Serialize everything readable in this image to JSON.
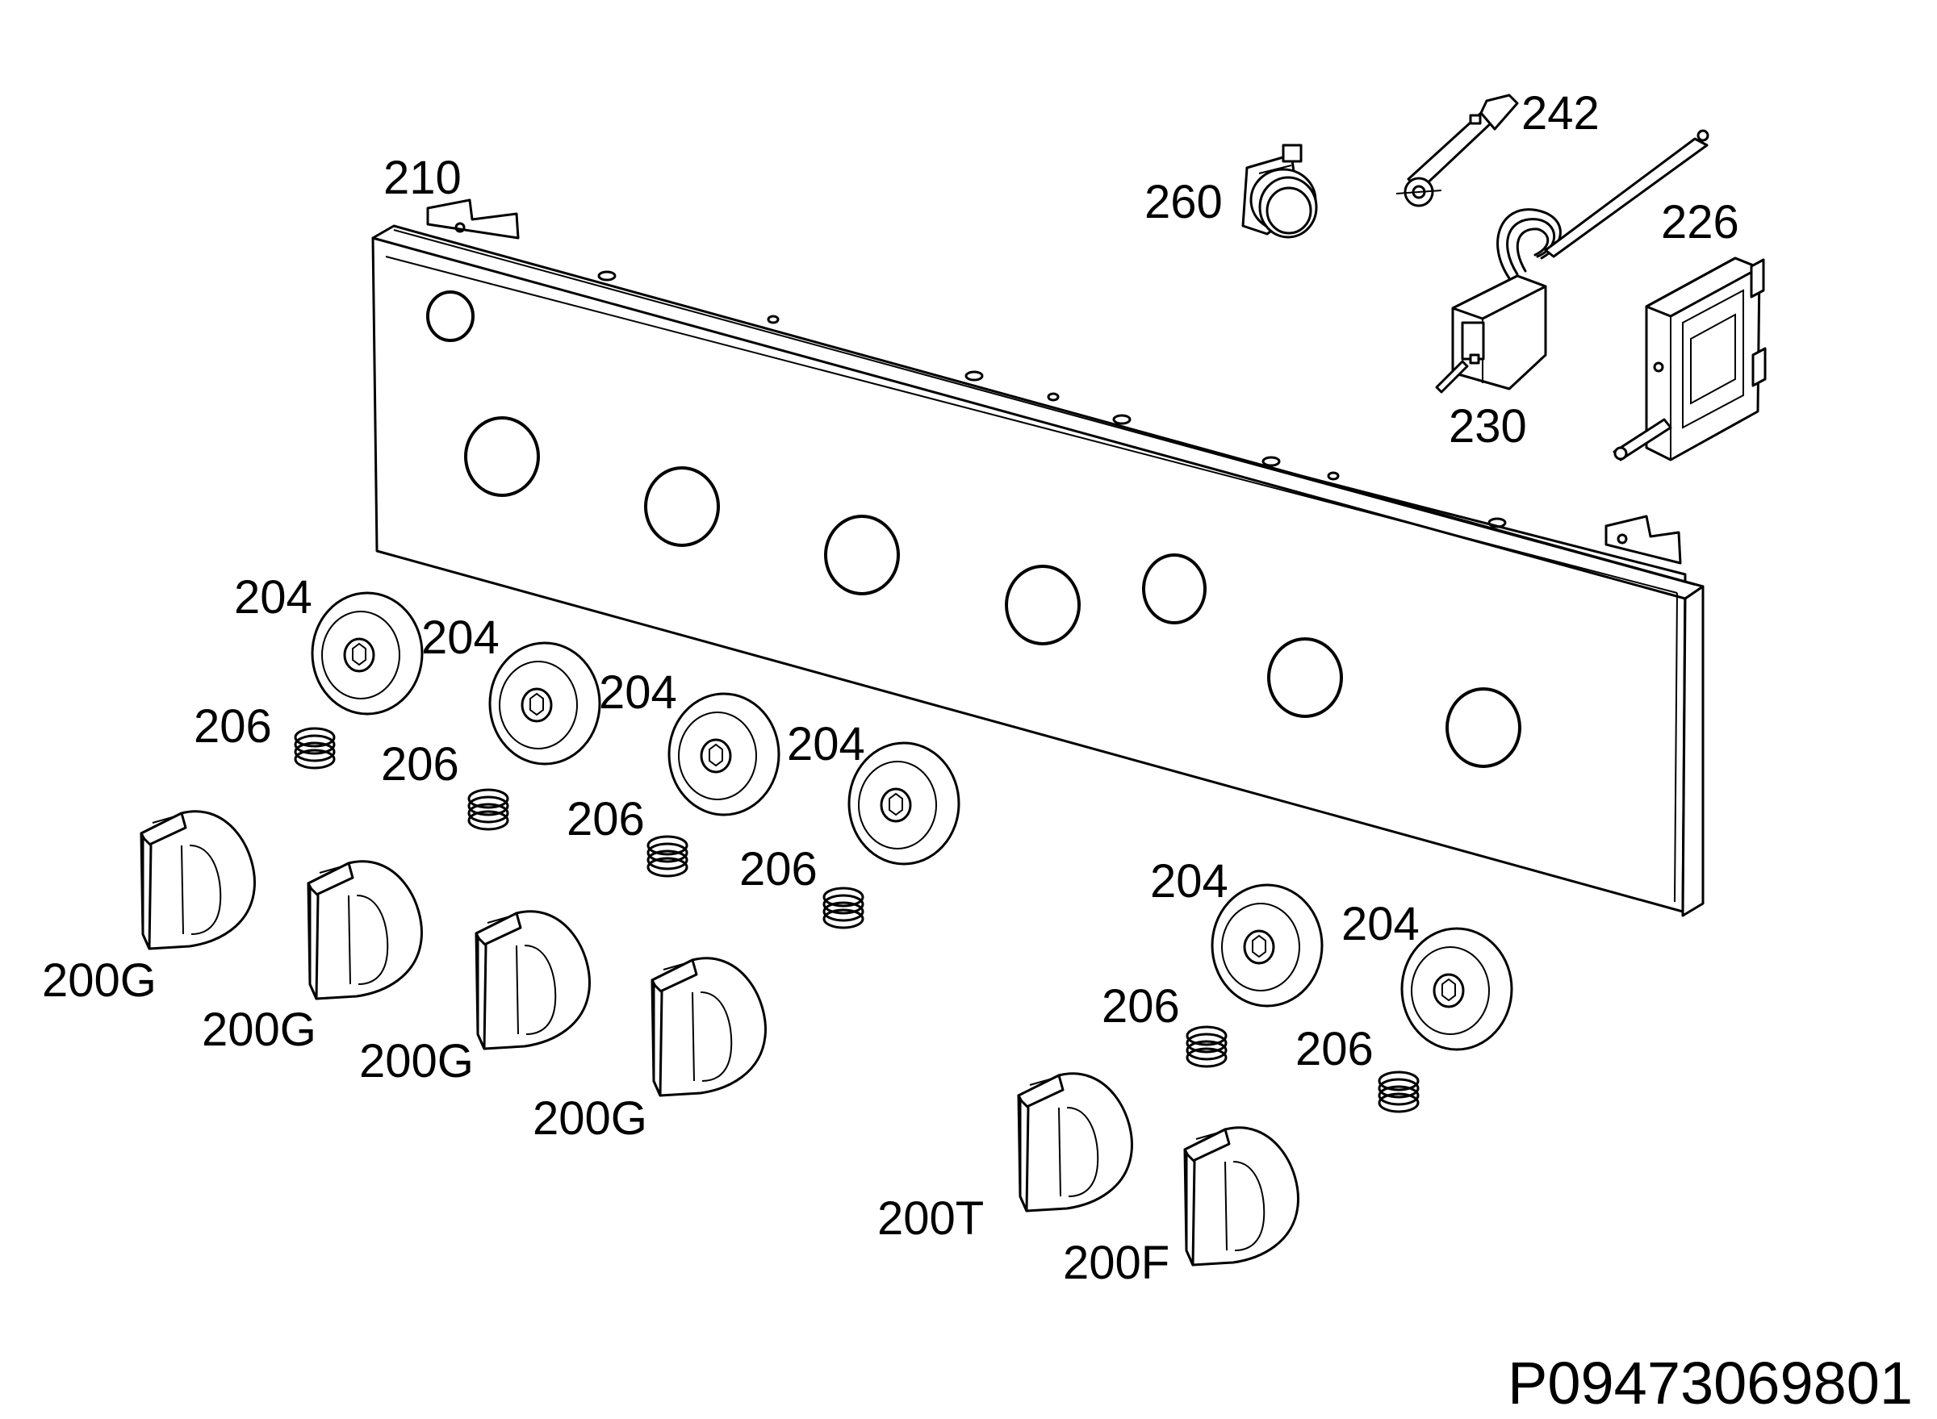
{
  "diagram": {
    "labels": {
      "l210": "210",
      "l260": "260",
      "l242": "242",
      "l226": "226",
      "l230": "230",
      "l204_1": "204",
      "l204_2": "204",
      "l204_3": "204",
      "l204_4": "204",
      "l204_5": "204",
      "l204_6": "204",
      "l206_1": "206",
      "l206_2": "206",
      "l206_3": "206",
      "l206_4": "206",
      "l206_5": "206",
      "l206_6": "206",
      "l200g_1": "200G",
      "l200g_2": "200G",
      "l200g_3": "200G",
      "l200g_4": "200G",
      "l200t": "200T",
      "l200f": "200F"
    },
    "drawing_code": "P09473069801"
  }
}
